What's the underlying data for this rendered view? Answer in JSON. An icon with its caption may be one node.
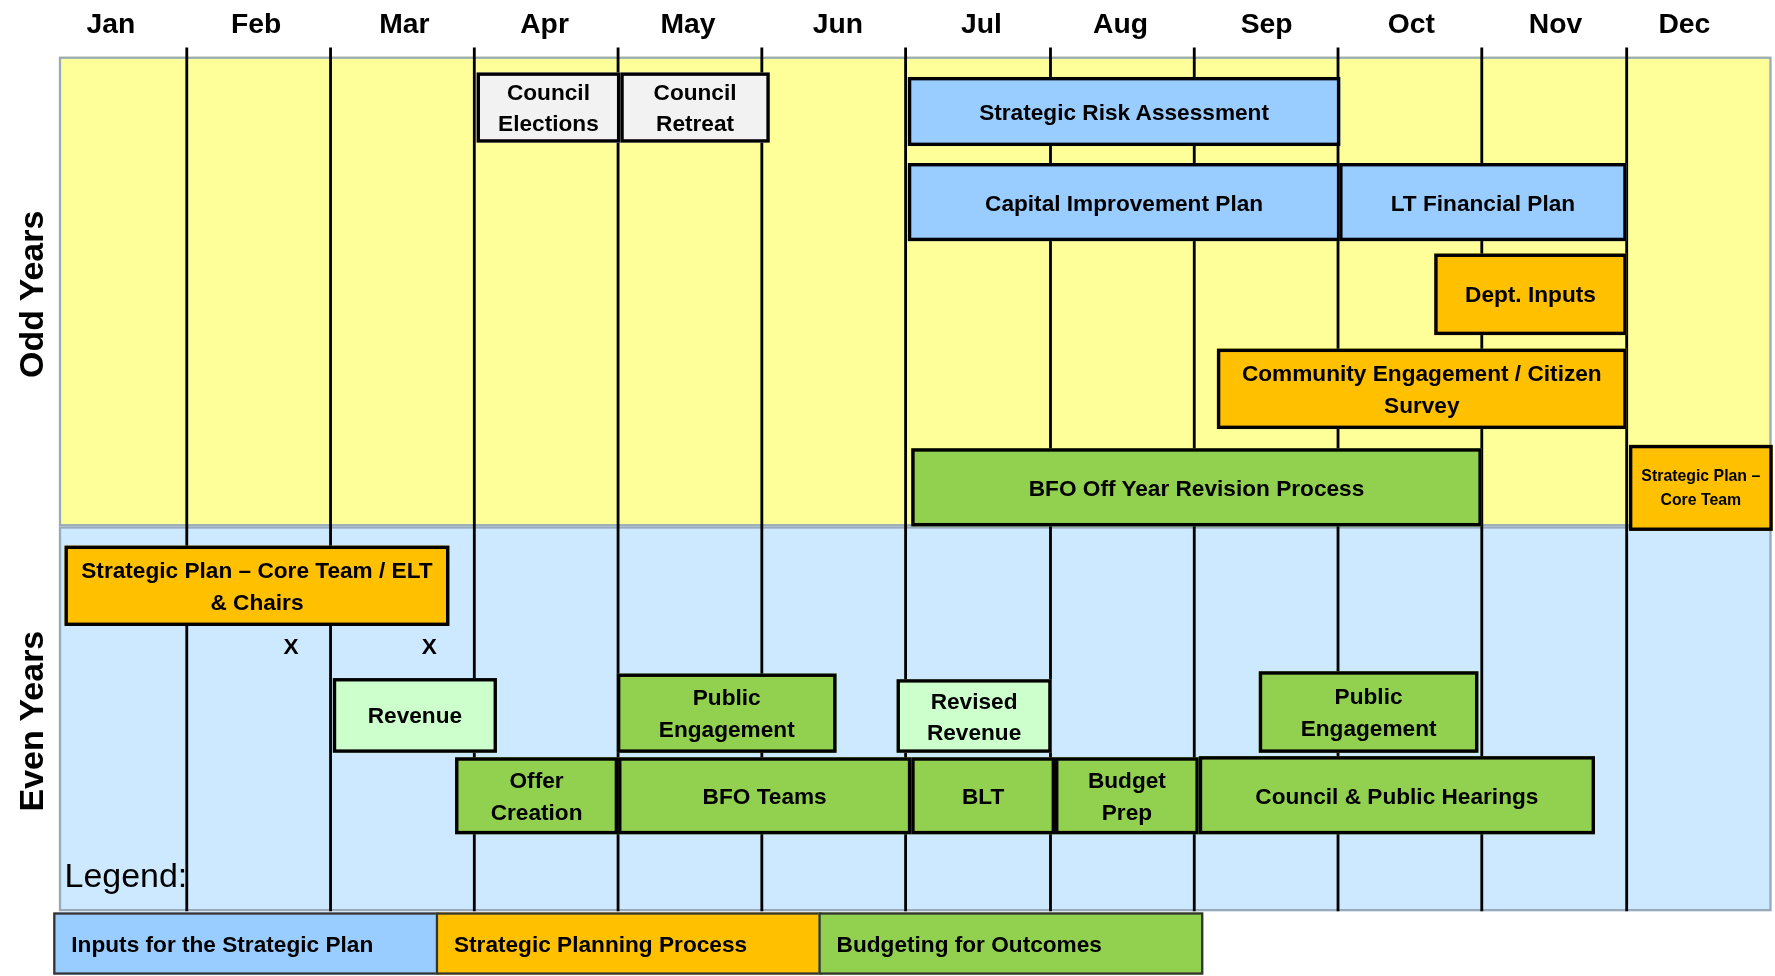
{
  "diagram": {
    "nodes": [
      {
        "text": [
          "Odd Years"
        ]
      },
      {
        "text": [
          "Council Elections"
        ],
        "in": 0
      },
      {
        "text": [
          "Council Retreat"
        ],
        "in": 0
      },
      {
        "text": [
          "Strategic Risk Assessment"
        ],
        "in": 0
      },
      {
        "text": [
          "Capital Improvement Plan"
        ],
        "in": 0
      },
      {
        "text": [
          "LT Financial Plan"
        ],
        "in": 0
      },
      {
        "text": [
          "Dept. Inputs"
        ],
        "in": 0
      },
      {
        "text": [
          "Community Engagement / Citizen Survey"
        ],
        "in": 0
      },
      {
        "text": [
          "BFO Off Year Revision Process"
        ],
        "in": 0
      },
      {
        "text": [
          "Strategic Plan – Core Team"
        ],
        "in": 0
      },
      {
        "text": [
          "Even Years"
        ]
      },
      {
        "text": [
          "Strategic Plan – Core Team / ELT & Chairs"
        ],
        "in": 10
      },
      {
        "text": [
          "Revenue"
        ],
        "in": 10
      },
      {
        "text": [
          "Public Engagement"
        ],
        "in": 10
      },
      {
        "text": [
          "Revised Revenue"
        ],
        "in": 10
      },
      {
        "text": [
          "Public Engagement"
        ],
        "in": 10
      },
      {
        "text": [
          "Offer Creation"
        ],
        "in": 10
      },
      {
        "text": [
          "BFO Teams"
        ],
        "in": 10
      },
      {
        "text": [
          "BLT"
        ],
        "in": 10
      },
      {
        "text": [
          "Budget Prep"
        ],
        "in": 10
      },
      {
        "text": [
          "Council & Public Hearings"
        ],
        "in": 10
      }
    ],
    "edges": [],
    "labels": [
      "Jan",
      "Feb",
      "Mar",
      "Apr",
      "May",
      "Jun",
      "Jul",
      "Aug",
      "Sep",
      "Oct",
      "Nov",
      "Dec",
      "X",
      "X",
      "Legend:"
    ],
    "legend": [
      {
        "text": "Inputs for the Strategic Plan",
        "color": "#99ccff"
      },
      {
        "text": "Strategic Planning Process",
        "color": "#ffc000"
      },
      {
        "text": "Budgeting for Outcomes",
        "color": "#92d050"
      }
    ]
  }
}
